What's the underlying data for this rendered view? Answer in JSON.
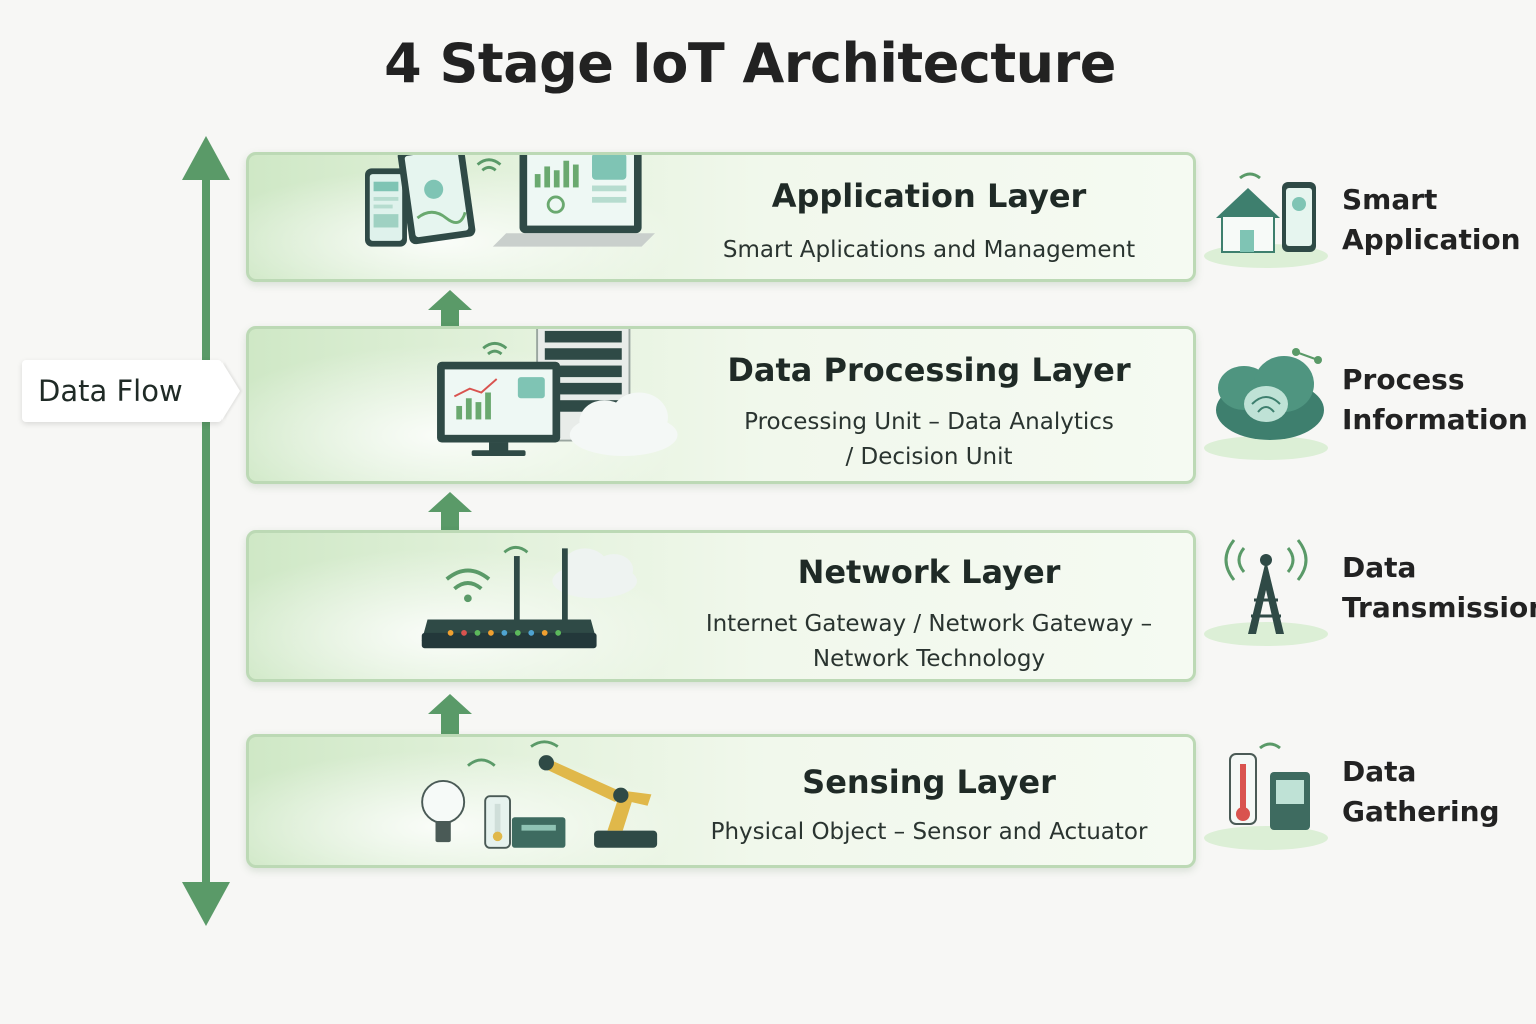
{
  "title": "4 Stage IoT Architecture",
  "data_flow_label": "Data Flow",
  "colors": {
    "accent": "#5a9a68",
    "panel_border": "#bcd9b5",
    "panel_fill": "#e4f2dd"
  },
  "layers": [
    {
      "title": "Application Layer",
      "subtitle": "Smart Aplications and Management",
      "illustration": "phone-tablet-laptop-dashboard",
      "side_icon": "smart-home-phone-icon",
      "side_label": "Smart\nApplication"
    },
    {
      "title": "Data Processing Layer",
      "subtitle": "Processing Unit – Data Analytics\n/ Decision Unit",
      "illustration": "monitor-server-cloud",
      "side_icon": "brain-cloud-icon",
      "side_label": "Process\nInformation"
    },
    {
      "title": "Network Layer",
      "subtitle": "Internet Gateway / Network Gateway –\nNetwork Technology",
      "illustration": "router-cloud",
      "side_icon": "antenna-tower-icon",
      "side_label": "Data\nTransmission"
    },
    {
      "title": "Sensing Layer",
      "subtitle": "Physical Object – Sensor and Actuator",
      "illustration": "bulb-sensor-robot-arm",
      "side_icon": "thermometer-device-icon",
      "side_label": "Data\nGathering"
    }
  ]
}
